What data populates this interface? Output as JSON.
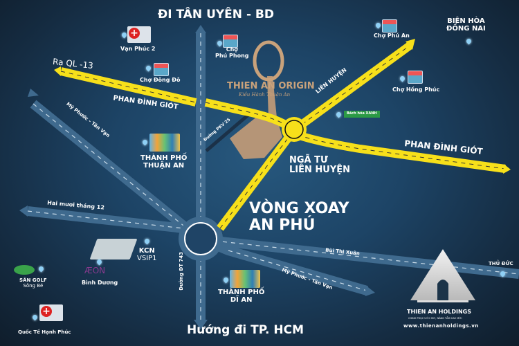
{
  "colors": {
    "background": "#1d4466",
    "main_road": "#f7e01a",
    "secondary_road": "#3f6a8e",
    "land_plot": "#b59577",
    "text": "#ffffff"
  },
  "directions": {
    "north": "ĐI TÂN UYÊN - BD",
    "south": "Hướng đi TP. HCM",
    "northwest": "Ra QL -13"
  },
  "roads": {
    "phan_dinh_giot_west": "PHAN ĐÌNH GIÓT",
    "phan_dinh_giot_east": "PHAN ĐÌNH GIÓT",
    "lien_huyen": "LIÊN HUYỆN",
    "my_phuoc_tan_van_nw": "Mỹ Phước - Tân Vạn",
    "my_phuoc_tan_van_se": "Mỹ Phước - Tân Vạn",
    "hai_muoi_thang_12": "Hai mươi tháng 12",
    "bui_thi_xuan": "Bùi Thị Xuân",
    "pkv25": "Đường PKV 25",
    "dt743": "Đường ĐT 743"
  },
  "junctions": {
    "nga_tu_line1": "NGÃ TƯ",
    "nga_tu_line2": "LIÊN HUYỆN",
    "vong_xoay_line1": "VÒNG XOAY",
    "vong_xoay_line2": "AN PHÚ"
  },
  "project": {
    "name": "THIEN AN ORIGIN",
    "subtitle": "Kiều Hành Thuận An"
  },
  "places": {
    "van_phuc": "Vạn Phúc 2",
    "cho_dong_do": "Chợ Đông Đô",
    "cho_phu_phong_1": "Chợ",
    "cho_phu_phong_2": "Phú Phong",
    "cho_phu_an": "Chợ Phú An",
    "cho_hong_phuc": "Chợ Hồng Phúc",
    "bach_hoa_xanh": "Bách hóa XANH",
    "bien_hoa_1": "BIÊN HÒA",
    "bien_hoa_2": "ĐỒNG NAI",
    "thuan_an_1": "THÀNH PHỐ",
    "thuan_an_2": "THUẬN AN",
    "di_an_1": "THÀNH PHỐ",
    "di_an_2": "DĨ AN",
    "kcn_1": "KCN",
    "kcn_2": "VSIP1",
    "aeon": "ÆON",
    "aeon_sub": "Bình Dương",
    "golf_1": "SÂN GOLF",
    "golf_2": "Sông Bé",
    "hospital": "Quốc Tế Hạnh Phúc",
    "thu_duc": "THỦ ĐỨC"
  },
  "brand": {
    "name": "THIEN AN HOLDINGS",
    "tagline": "CHINH PHỤC ƯỚC MƠ, NÂNG TẦM CAO MỚI",
    "website": "www.thienanholdings.vn"
  }
}
